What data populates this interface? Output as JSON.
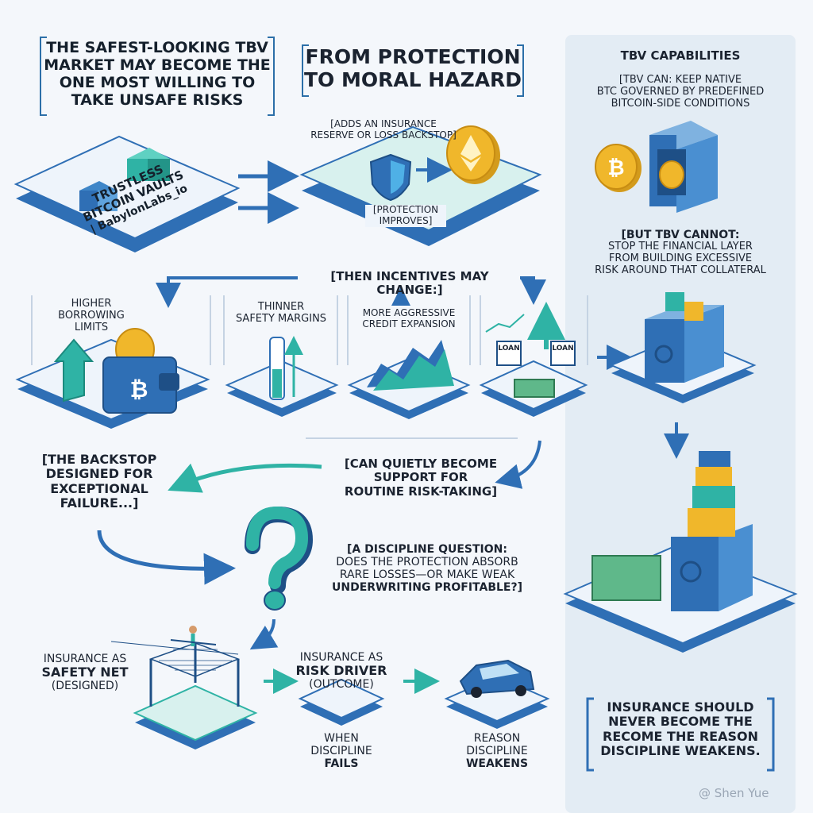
{
  "header": {
    "left_line1": "THE SAFEST-LOOKING TBV",
    "left_line2": "MARKET MAY BECOME THE",
    "left_line3": "ONE MOST WILLING TO",
    "left_line4": "TAKE UNSAFE RISKS",
    "center_line1": "FROM PROTECTION",
    "center_line2": "TO MORAL HAZARD"
  },
  "step1": {
    "vault_line1": "TRUSTLESS",
    "vault_line2": "BITCOIN VAULTS",
    "vault_line3": "| BabylonLabs_io",
    "insurance_line1": "[ADDS AN INSURANCE",
    "insurance_line2": "RESERVE OR LOSS BACKSTOP]",
    "protection_line1": "[PROTECTION",
    "protection_line2": "IMPROVES]"
  },
  "incentives": {
    "heading": "[THEN INCENTIVES MAY CHANGE:]",
    "items": [
      {
        "line1": "HIGHER",
        "line2": "BORROWING",
        "line3": "LIMITS"
      },
      {
        "line1": "THINNER",
        "line2": "SAFETY MARGINS"
      },
      {
        "line1": "MORE AGGRESSIVE",
        "line2": "CREDIT EXPANSION"
      }
    ],
    "loan_label_1": "LOAN",
    "loan_label_2": "LOAN"
  },
  "backstop": {
    "left_line1": "[THE BACKSTOP",
    "left_line2": "DESIGNED FOR",
    "left_line3": "EXCEPTIONAL",
    "left_line4": "FAILURE...]",
    "right_line1": "[CAN QUIETLY BECOME",
    "right_line2": "SUPPORT FOR",
    "right_line3": "ROUTINE RISK-TAKING]"
  },
  "question": {
    "line1": "[A DISCIPLINE QUESTION:",
    "line2": "DOES THE PROTECTION ABSORB",
    "line3": "RARE LOSSES—OR MAKE WEAK",
    "line4": "UNDERWRITING PROFITABLE?]"
  },
  "bottom": {
    "safety_line1": "INSURANCE AS",
    "safety_line2": "SAFETY NET",
    "safety_line3": "(DESIGNED)",
    "driver_line1": "INSURANCE AS",
    "driver_line2": "RISK DRIVER",
    "driver_line3": "(OUTCOME)",
    "when_line1": "WHEN",
    "when_line2": "DISCIPLINE",
    "when_line3": "FAILS",
    "reason_line1": "REASON",
    "reason_line2": "DISCIPLINE",
    "reason_line3": "WEAKENS"
  },
  "sidebar": {
    "title": "TBV CAPABILITIES",
    "can_line1": "[TBV CAN: KEEP NATIVE",
    "can_line2": "BTC GOVERNED BY PREDEFINED",
    "can_line3": "BITCOIN-SIDE CONDITIONS",
    "cannot_line1": "[BUT TBV CANNOT:",
    "cannot_line2": "STOP THE FINANCIAL LAYER",
    "cannot_line3": "FROM BUILDING EXCESSIVE",
    "cannot_line4": "RISK AROUND THAT COLLATERAL",
    "conclusion_line1": "INSURANCE SHOULD",
    "conclusion_line2": "NEVER BECOME THE",
    "conclusion_line3": "RECOME THE REASON",
    "conclusion_line4": "DISCIPLINE WEAKENS."
  },
  "watermark": "@ Shen Yue",
  "colors": {
    "accent_blue": "#2f6fb5",
    "teal": "#2fb3a5",
    "gold": "#f0b72b",
    "background": "#f4f7fb"
  }
}
